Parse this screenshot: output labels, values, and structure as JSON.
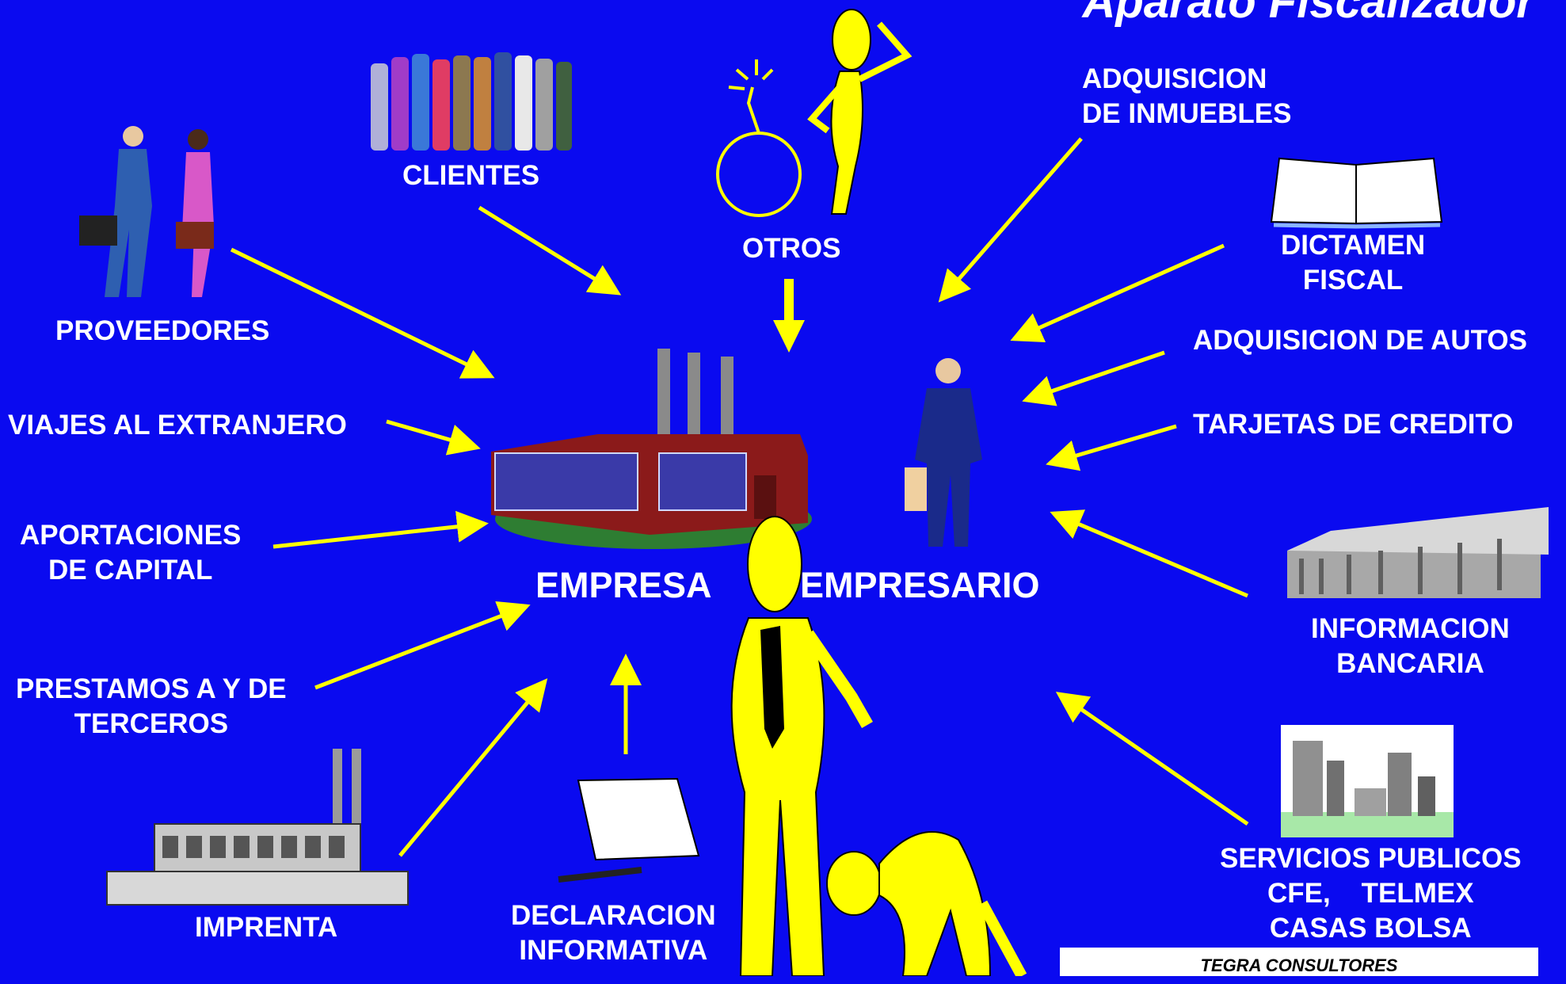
{
  "title": "Aparato Fiscalizador",
  "center": {
    "left": "EMPRESA",
    "right": "EMPRESARIO"
  },
  "sources": {
    "clientes": [
      "CLIENTES"
    ],
    "otros": [
      "OTROS"
    ],
    "proveedores": [
      "PROVEEDORES"
    ],
    "viajes": [
      "VIAJES AL EXTRANJERO"
    ],
    "aportaciones": [
      "APORTACIONES",
      "DE CAPITAL"
    ],
    "prestamos": [
      "PRESTAMOS A Y DE",
      "TERCEROS"
    ],
    "imprenta": [
      "IMPRENTA"
    ],
    "declaracion": [
      "DECLARACION",
      "INFORMATIVA"
    ],
    "inmuebles": [
      "ADQUISICION",
      "DE INMUEBLES"
    ],
    "dictamen": [
      "DICTAMEN",
      "FISCAL"
    ],
    "autos": [
      "ADQUISICION DE AUTOS"
    ],
    "tarjetas": [
      "TARJETAS DE CREDITO"
    ],
    "bancaria": [
      "INFORMACION",
      "BANCARIA"
    ],
    "servicios": [
      "SERVICIOS PUBLICOS",
      "CFE,    TELMEX",
      "CASAS BOLSA"
    ]
  },
  "footer": "TEGRA CONSULTORES",
  "colors": {
    "background": "#0a0af0",
    "arrow": "#ffff00",
    "text": "#ffffff"
  }
}
